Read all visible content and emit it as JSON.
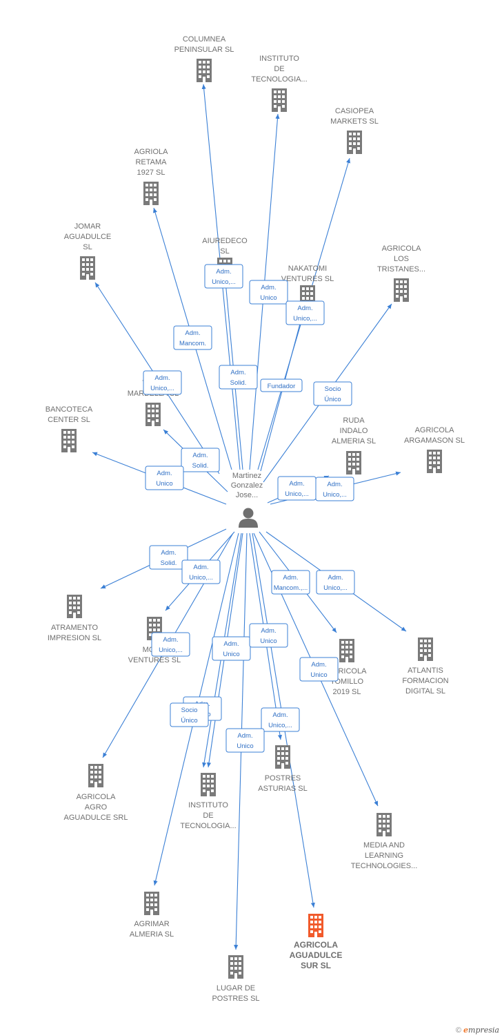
{
  "person": {
    "label": [
      "Martinez",
      "Gonzalez",
      "Jose..."
    ]
  },
  "colors": {
    "node": "#7a7a7a",
    "highlight": "#f15a2b",
    "edge": "#3a7fd5"
  },
  "companies": [
    {
      "id": "columnea",
      "lines": [
        "COLUMNEA",
        "PENINSULAR SL"
      ],
      "highlight": false
    },
    {
      "id": "instituto1",
      "lines": [
        "INSTITUTO",
        "DE",
        "TECNOLOGIA..."
      ],
      "highlight": false
    },
    {
      "id": "casiopea",
      "lines": [
        "CASIOPEA",
        "MARKETS  SL"
      ],
      "highlight": false
    },
    {
      "id": "agriola",
      "lines": [
        "AGRIOLA",
        "RETAMA",
        "1927  SL"
      ],
      "highlight": false
    },
    {
      "id": "jomar",
      "lines": [
        "JOMAR",
        "AGUADULCE",
        "SL"
      ],
      "highlight": false
    },
    {
      "id": "aiuredeco",
      "lines": [
        "AIUREDECO",
        "SL"
      ],
      "highlight": false
    },
    {
      "id": "nakatomi",
      "lines": [
        "NAKATOMI",
        "VENTURES  SL"
      ],
      "highlight": false
    },
    {
      "id": "tristanes",
      "lines": [
        "AGRICOLA",
        "LOS",
        "TRISTANES..."
      ],
      "highlight": false
    },
    {
      "id": "tramarbella",
      "lines": [
        "TRA...",
        "MARBELLA SL"
      ],
      "highlight": false
    },
    {
      "id": "bancoteca",
      "lines": [
        "BANCOTECA",
        "CENTER SL"
      ],
      "highlight": false
    },
    {
      "id": "ruda",
      "lines": [
        "RUDA",
        "INDALO",
        "ALMERIA  SL"
      ],
      "highlight": false
    },
    {
      "id": "argamason",
      "lines": [
        "AGRICOLA",
        "ARGAMASON SL"
      ],
      "highlight": false
    },
    {
      "id": "atramento",
      "lines": [
        "ATRAMENTO",
        "IMPRESION  SL"
      ],
      "highlight": false
    },
    {
      "id": "monventures",
      "lines": [
        "MON...",
        "VENTURES  SL"
      ],
      "highlight": false
    },
    {
      "id": "tomillo",
      "lines": [
        "AGRICOLA",
        "TOMILLO",
        "2019  SL"
      ],
      "highlight": false
    },
    {
      "id": "atlantis",
      "lines": [
        "ATLANTIS",
        "FORMACION",
        "DIGITAL  SL"
      ],
      "highlight": false
    },
    {
      "id": "agroaguadulce",
      "lines": [
        "AGRICOLA",
        "AGRO",
        "AGUADULCE SRL"
      ],
      "highlight": false
    },
    {
      "id": "instituto2",
      "lines": [
        "INSTITUTO",
        "DE",
        "TECNOLOGIA..."
      ],
      "highlight": false
    },
    {
      "id": "postres",
      "lines": [
        "POSTRES",
        "ASTURIAS  SL"
      ],
      "highlight": false
    },
    {
      "id": "media",
      "lines": [
        "MEDIA AND",
        "LEARNING",
        "TECHNOLOGIES..."
      ],
      "highlight": false
    },
    {
      "id": "agrimar",
      "lines": [
        "AGRIMAR",
        "ALMERIA SL"
      ],
      "highlight": false
    },
    {
      "id": "aguadulcesur",
      "lines": [
        "AGRICOLA",
        "AGUADULCE",
        "SUR  SL"
      ],
      "highlight": true
    },
    {
      "id": "lugar",
      "lines": [
        "LUGAR DE",
        "POSTRES  SL"
      ],
      "highlight": false
    }
  ],
  "edges": [
    {
      "to": "columnea",
      "lines": [
        "Adm.",
        "Unico,..."
      ]
    },
    {
      "to": "instituto1",
      "lines": [
        "Adm.",
        "Unico"
      ]
    },
    {
      "to": "casiopea",
      "lines": [
        "Adm.",
        "Unico,..."
      ]
    },
    {
      "to": "agriola",
      "lines": [
        "Adm.",
        "Mancom."
      ]
    },
    {
      "to": "jomar",
      "lines": [
        "Adm.",
        "Unico,..."
      ]
    },
    {
      "to": "aiuredeco",
      "lines": [
        "Adm.",
        "Solid."
      ]
    },
    {
      "to": "nakatomi",
      "lines": [
        "Fundador"
      ]
    },
    {
      "to": "tristanes",
      "lines": [
        "Socio",
        "Único"
      ]
    },
    {
      "to": "tramarbella",
      "lines": [
        "Adm.",
        "Solid."
      ]
    },
    {
      "to": "bancoteca",
      "lines": [
        "Adm.",
        "Unico"
      ]
    },
    {
      "to": "ruda",
      "lines": [
        "Adm.",
        "Unico,..."
      ]
    },
    {
      "to": "argamason",
      "lines": [
        "Adm.",
        "Unico,..."
      ]
    },
    {
      "to": "atramento",
      "lines": [
        "Adm.",
        "Solid."
      ]
    },
    {
      "to": "monventures",
      "lines": [
        "Adm.",
        "Unico,..."
      ]
    },
    {
      "to": "tomillo",
      "lines": [
        "Adm.",
        "Mancom.,..."
      ]
    },
    {
      "to": "atlantis",
      "lines": [
        "Adm.",
        "Unico,..."
      ]
    },
    {
      "to": "agroaguadulce",
      "lines": [
        "Adm.",
        "Unico,..."
      ]
    },
    {
      "to": "instituto2",
      "lines": [
        "Adm.",
        "Unico"
      ]
    },
    {
      "to": "instituto2",
      "lines": [
        "Adm.",
        "Unico"
      ]
    },
    {
      "to": "postres",
      "lines": [
        "Adm.",
        "Unico,..."
      ]
    },
    {
      "to": "media",
      "lines": [
        "Adm.",
        "Unico"
      ]
    },
    {
      "to": "agrimar",
      "lines": [
        "Socio",
        "Único"
      ]
    },
    {
      "to": "aguadulcesur",
      "lines": [
        "Adm.",
        "Unico"
      ]
    },
    {
      "to": "lugar",
      "lines": [
        "Adm.",
        "Unico"
      ]
    }
  ],
  "footer": {
    "copyright": "©",
    "brand": "mpresia",
    "brand_initial": "e"
  }
}
